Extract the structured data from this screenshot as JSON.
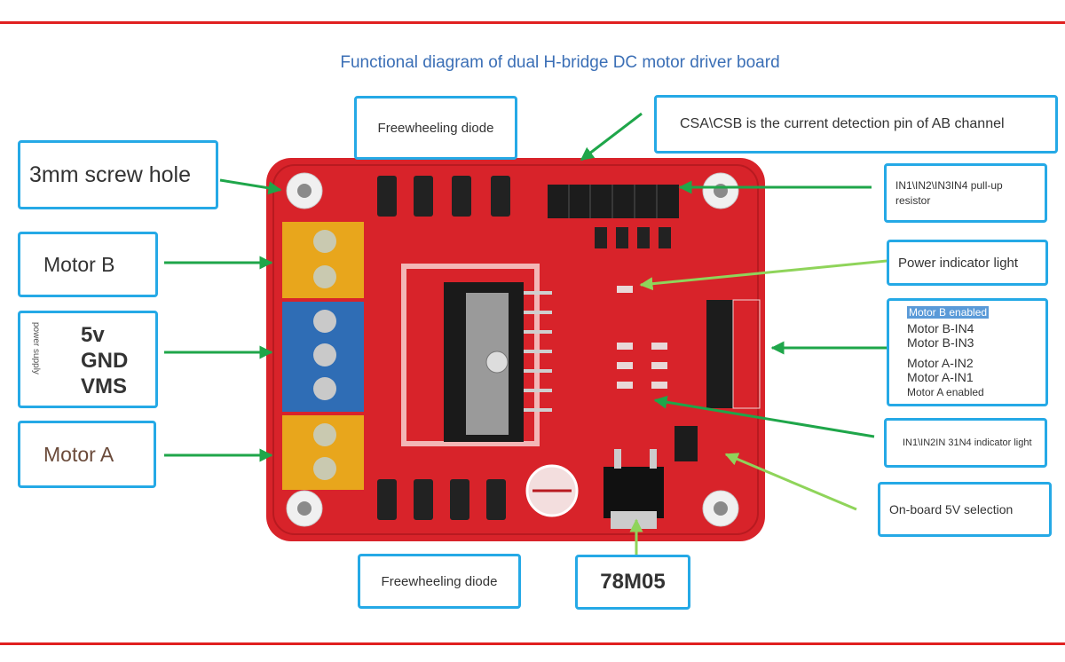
{
  "title": "Functional diagram of dual H-bridge DC motor driver board",
  "labels": {
    "screw_hole": "3mm screw hole",
    "motor_b": "Motor B",
    "power_supply": "power supply",
    "pwr_5v": "5v",
    "pwr_gnd": "GND",
    "pwr_vms": "VMS",
    "motor_a": "Motor A",
    "diode_top": "Freewheeling diode",
    "diode_bottom": "Freewheeling diode",
    "csa_csb": "CSA\\CSB is the current detection pin of AB channel",
    "pullup": "IN1\\IN2\\IN3IN4 pull-up resistor",
    "power_indicator": "Power indicator light",
    "header_pins": [
      "Motor B enabled",
      "Motor B-IN4",
      "Motor B-IN3",
      "Motor A-IN2",
      "Motor A-IN1",
      "Motor A enabled"
    ],
    "in_indicator": "IN1\\IN2IN 31N4 indicator light",
    "onboard_5v": "On-board 5V selection",
    "regulator": "78M05"
  },
  "colors": {
    "frame_red": "#e02020",
    "title_blue": "#3b6fb6",
    "box_border": "#25a9e6",
    "arrow_green": "#1fa64a",
    "arrow_light_green": "#8fd45a",
    "pcb_red": "#d8232a"
  }
}
